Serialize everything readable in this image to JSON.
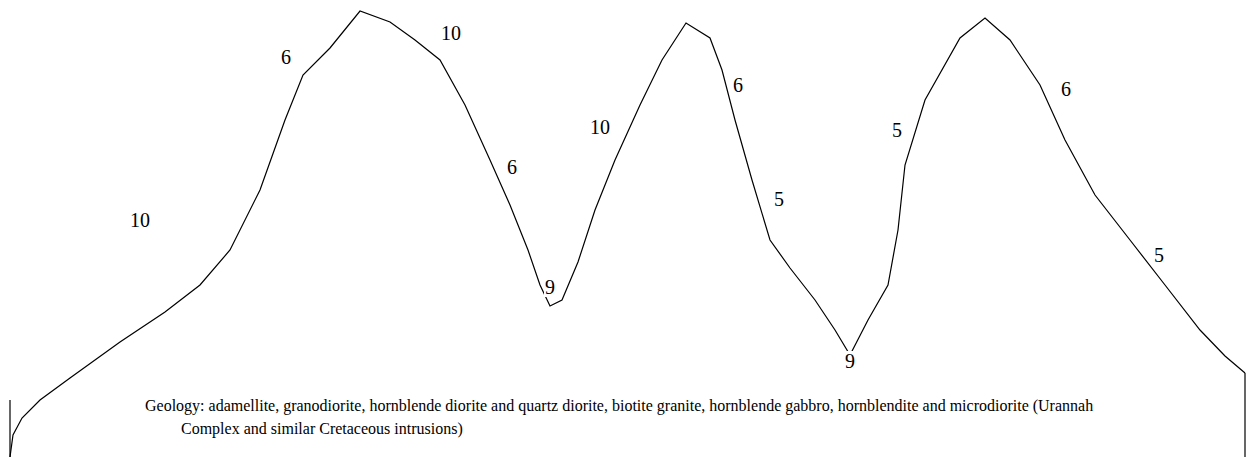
{
  "diagram": {
    "caption": "Geology: adamellite, granodiorite, hornblende diorite and quartz diorite, biotite granite, hornblende gabbro, hornblendite and microdiorite (Urannah Complex and similar Cretaceous intrusions)",
    "labels": [
      "10",
      "6",
      "10",
      "6",
      "9",
      "10",
      "6",
      "5",
      "9",
      "5",
      "6",
      "5"
    ]
  }
}
